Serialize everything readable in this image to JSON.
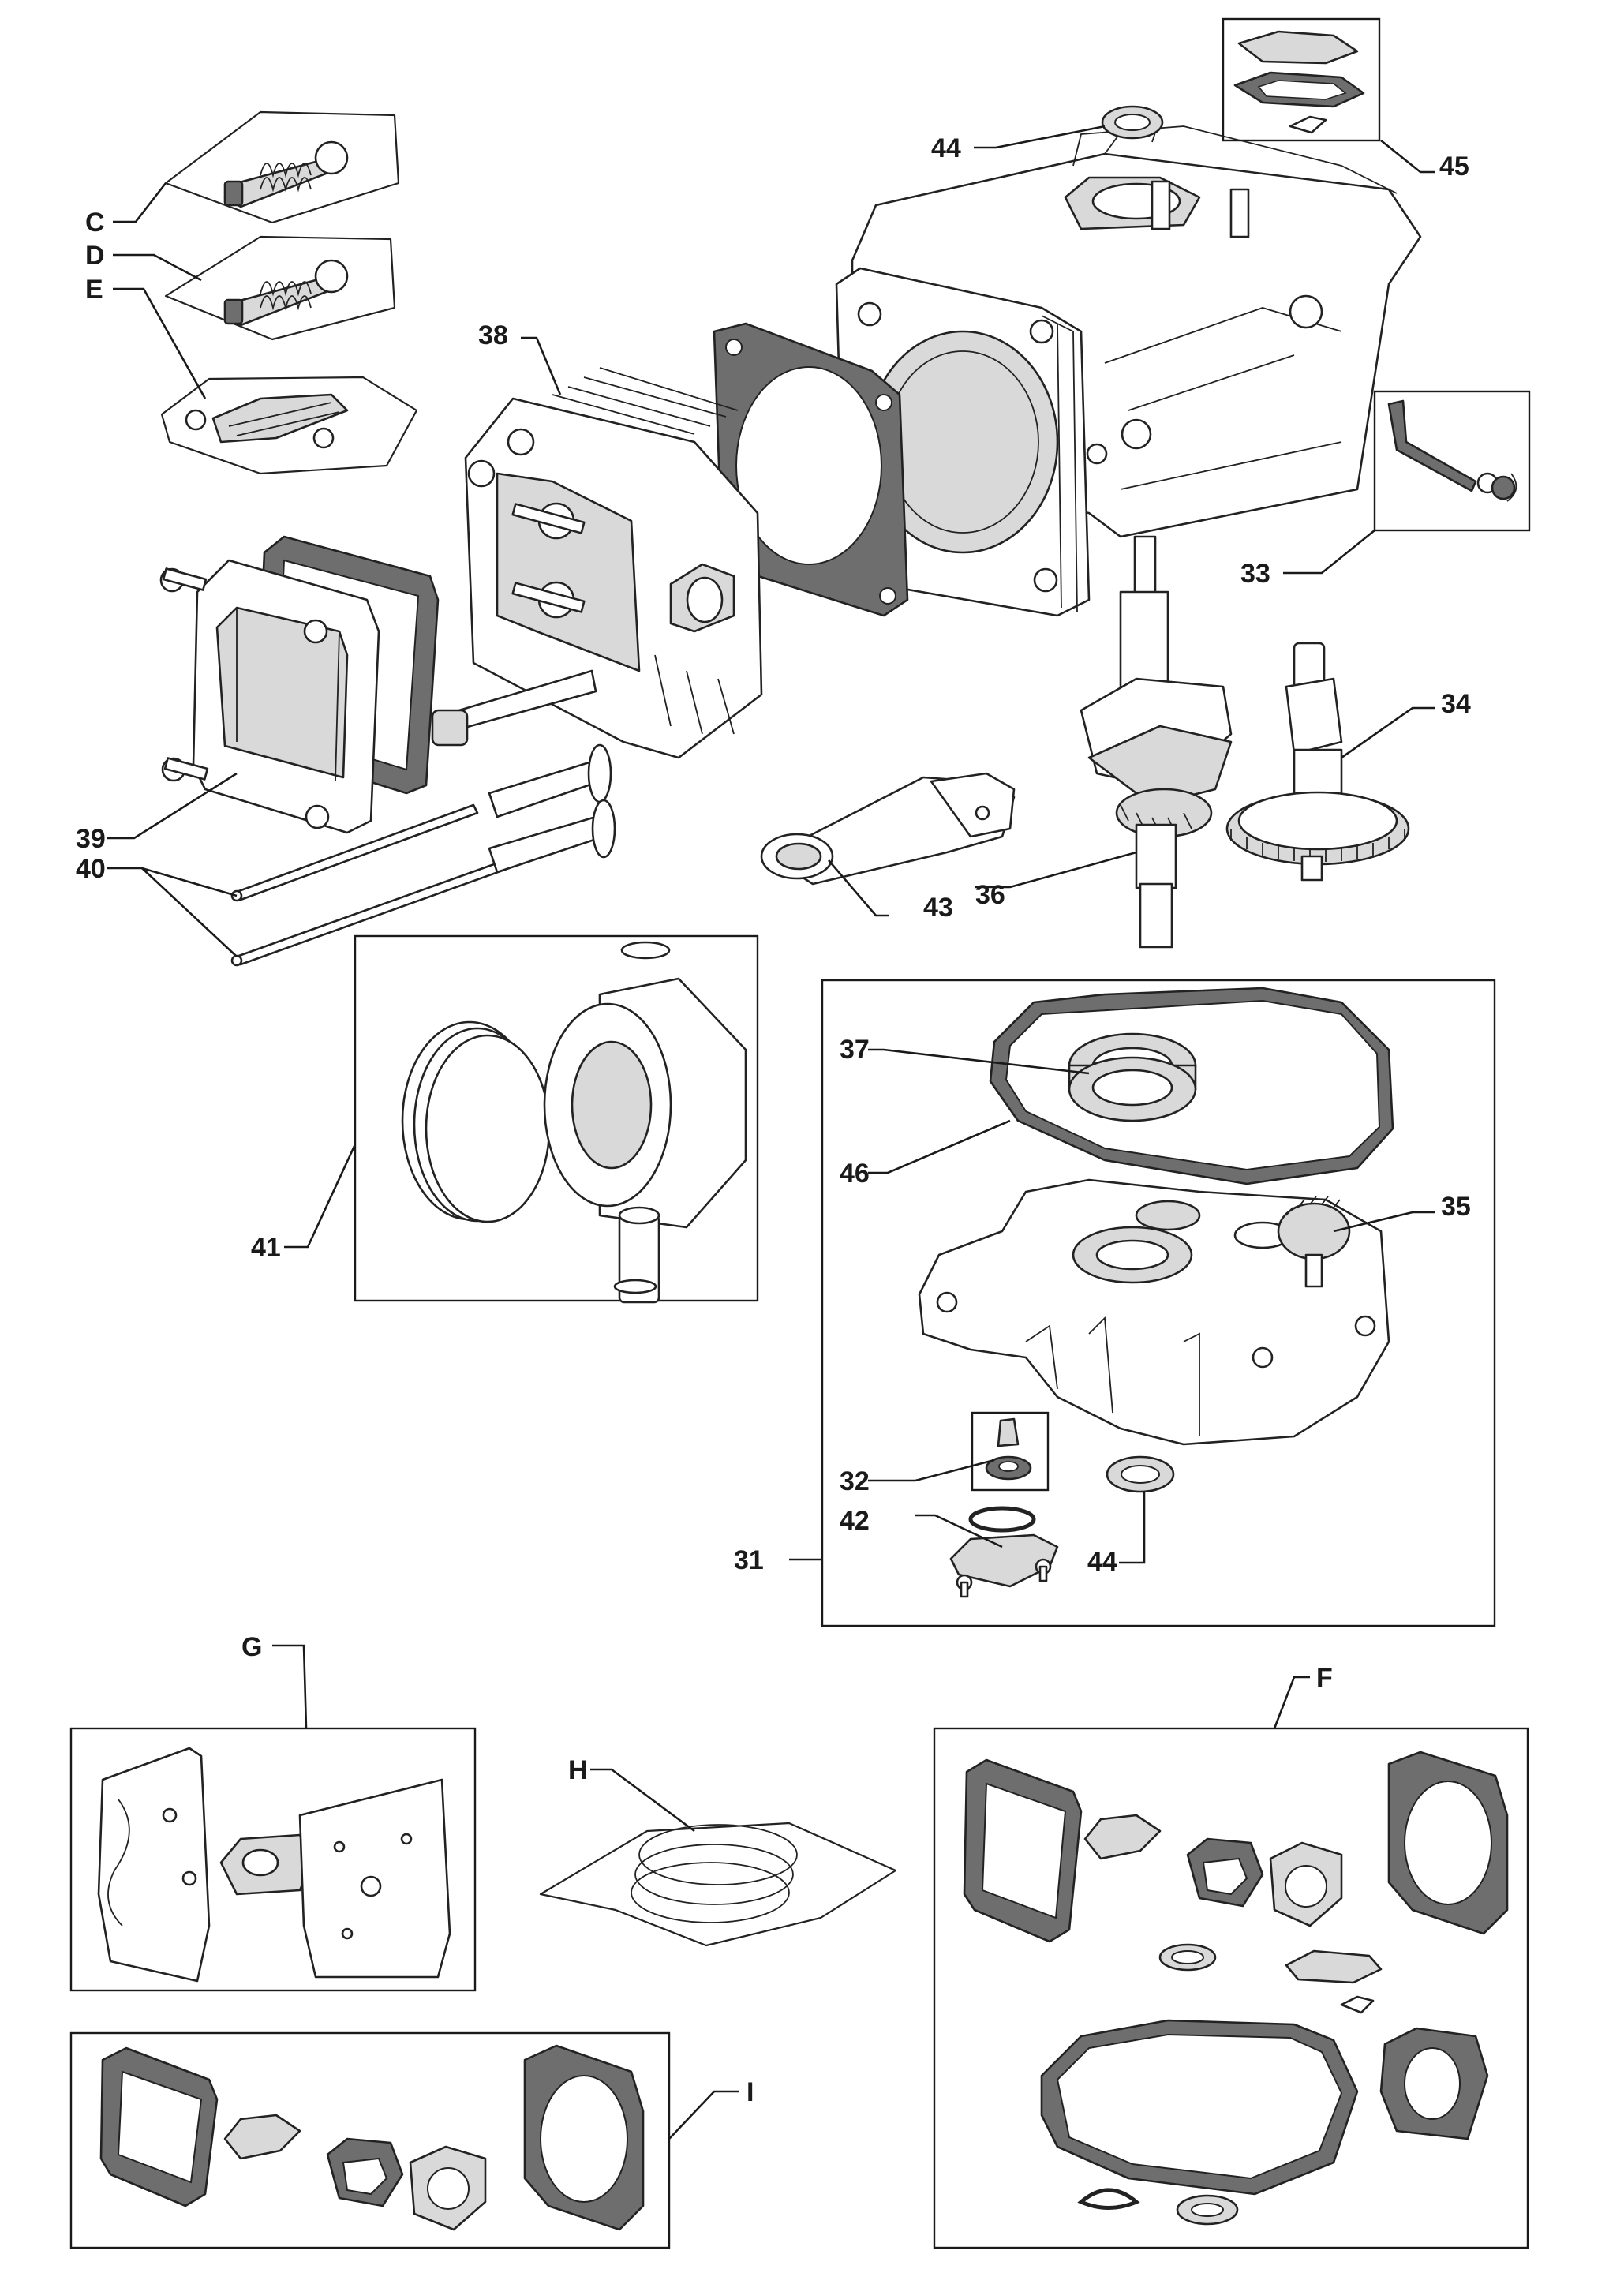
{
  "labels": {
    "C": "C",
    "D": "D",
    "E": "E",
    "F": "F",
    "G": "G",
    "H": "H",
    "I": "I",
    "p31": "31",
    "p32": "32",
    "p33": "33",
    "p34": "34",
    "p35": "35",
    "p36": "36",
    "p37": "37",
    "p38": "38",
    "p39": "39",
    "p40": "40",
    "p41": "41",
    "p42": "42",
    "p43": "43",
    "p44a": "44",
    "p44b": "44",
    "p45": "45",
    "p46": "46"
  },
  "colors": {
    "line": "#1a1a1a",
    "shade": "#d9d9d9",
    "dark": "#6e6e6e",
    "background": "#ffffff"
  },
  "icons": {
    "valve_kits": "valve-spring-bag-icon",
    "rocker_kit": "rocker-arm-bag-icon",
    "engine_block": "engine-block-icon",
    "cylinder_head": "cylinder-head-icon",
    "head_gasket": "head-gasket-icon",
    "valve_cover": "valve-cover-icon",
    "push_rods": "push-rod-icon",
    "crankshaft": "crankshaft-icon",
    "camshaft": "camshaft-gear-icon",
    "connecting_rod": "connecting-rod-icon",
    "piston": "piston-ring-icon",
    "crankcase_cover": "crankcase-cover-icon",
    "gasket_sets": "gasket-set-icon"
  }
}
